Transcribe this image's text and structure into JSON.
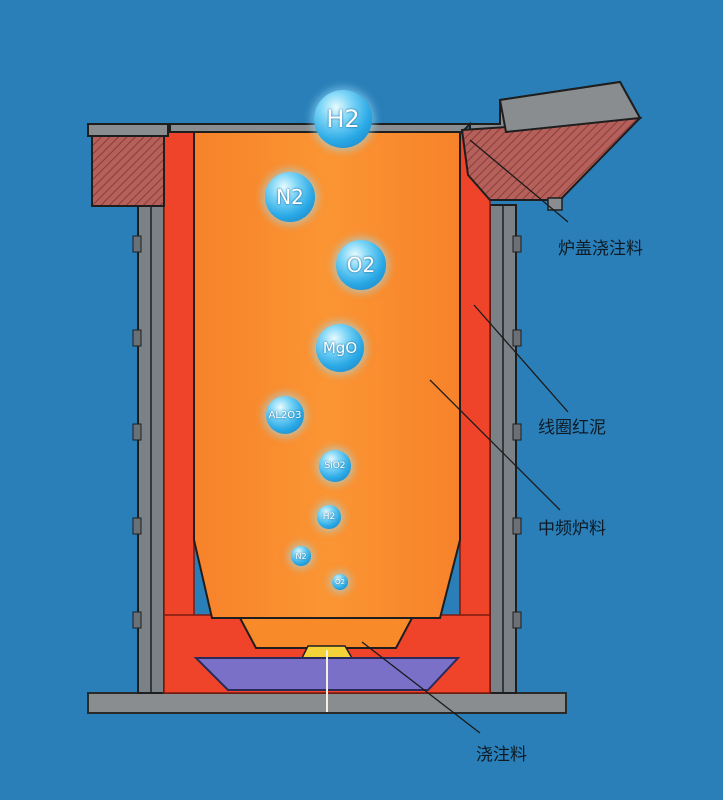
{
  "labels": {
    "lid_castable": "炉盖浇注料",
    "coil_clay": "线圈红泥",
    "mf_furnace_material": "中频炉料",
    "castable": "浇注料"
  },
  "bubbles": [
    "H2",
    "N2",
    "O2",
    "MgO",
    "AL2O3",
    "SiO2",
    "H2",
    "N2",
    "O2"
  ],
  "colors": {
    "background": "#2a7fb8",
    "melt": "#f98a2a",
    "lining": "#f0442a",
    "lid": "#b5605a",
    "base_purple": "#7a70c8",
    "grey_frame": "#8a8d8f"
  }
}
